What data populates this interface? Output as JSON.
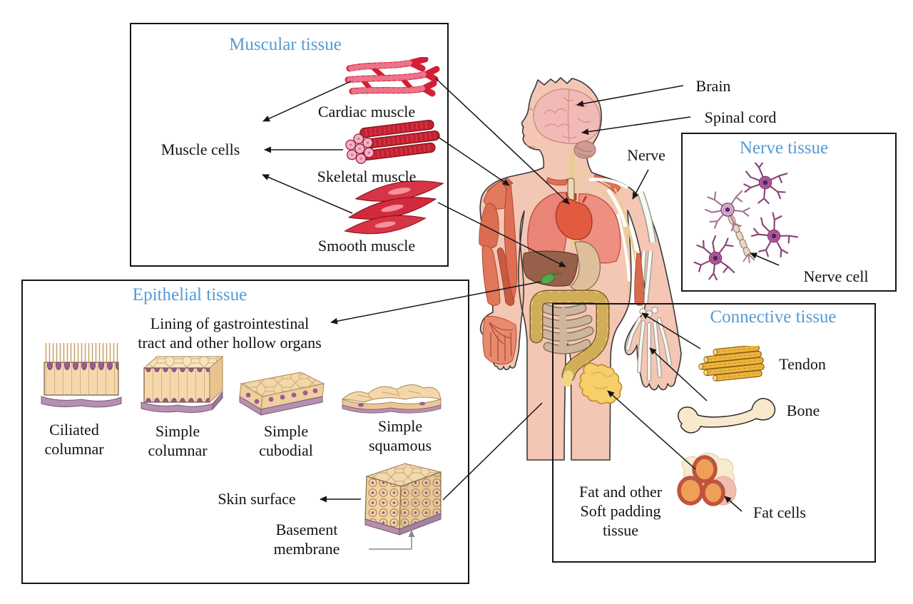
{
  "colors": {
    "accent_blue": "#549bd5",
    "line_black": "#161616",
    "connector_gray": "#8a8a8a",
    "skin": "#f4c6b4",
    "muscle_red": "#d22f3e",
    "neuron_purple": "#c05ca6",
    "nerve_yellow": "#e7cf8c",
    "tendon_gold": "#ecb53e",
    "bone_cream": "#f8e8cc",
    "fat_orange": "#efa058",
    "epithelium_tan": "#f5d9ad",
    "basement_purple": "#b590b0"
  },
  "muscular": {
    "title": "Muscular tissue",
    "muscle_cells": "Muscle cells",
    "cardiac": "Cardiac muscle",
    "skeletal": "Skeletal muscle",
    "smooth": "Smooth muscle"
  },
  "body": {
    "brain": "Brain",
    "spinal_cord": "Spinal cord",
    "nerve": "Nerve"
  },
  "nerve_tissue": {
    "title": "Nerve tissue",
    "nerve_cell": "Nerve cell"
  },
  "epithelial": {
    "title": "Epithelial tissue",
    "lining_line1": "Lining of gastrointestinal",
    "lining_line2": "tract and other hollow organs",
    "types": [
      {
        "line1": "Ciliated",
        "line2": "columnar"
      },
      {
        "line1": "Simple",
        "line2": "columnar"
      },
      {
        "line1": "Simple",
        "line2": "cubodial"
      },
      {
        "line1": "Simple",
        "line2": "squamous"
      }
    ],
    "skin_surface": "Skin surface",
    "basement_line1": "Basement",
    "basement_line2": "membrane"
  },
  "connective": {
    "title": "Connective tissue",
    "tendon": "Tendon",
    "bone": "Bone",
    "fat_line1": "Fat and other",
    "fat_line2": "Soft padding",
    "fat_line3": "tissue",
    "fat_cells": "Fat cells"
  }
}
